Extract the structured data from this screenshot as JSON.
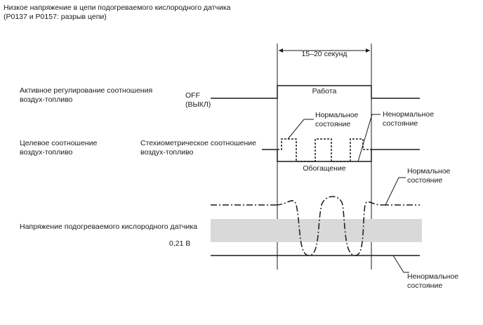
{
  "title": {
    "line1": "Низкое напряжение в цепи подогреваемого кислородного датчика",
    "line2": "(P0137 и P0157: разрыв цепи)"
  },
  "timing": {
    "duration_label": "15–20 секунд"
  },
  "row_active_control": {
    "label_line1": "Активное регулирование соотношения",
    "label_line2": "воздух-топливо",
    "off_line1": "OFF",
    "off_line2": "(ВЫКЛ)",
    "on_label": "Работа"
  },
  "row_target_ratio": {
    "label_line1": "Целевое соотношение",
    "label_line2": "воздух-топливо",
    "stoich_line1": "Стехиометрическое соотношение",
    "stoich_line2": "воздух-топливо",
    "rich_label": "Обогащение",
    "normal_line1": "Нормальное",
    "normal_line2": "состояние",
    "abnormal_line1": "Ненормальное",
    "abnormal_line2": "состояние"
  },
  "row_sensor_voltage": {
    "label": "Напряжение подогреваемого кислородного датчика",
    "threshold_label": "0,21 В",
    "normal_line1": "Нормальное",
    "normal_line2": "состояние",
    "abnormal_line1": "Ненормальное",
    "abnormal_line2": "состояние"
  },
  "colors": {
    "line": "#1a1a1a",
    "threshold_band": "#d9d9d9",
    "background": "#ffffff"
  }
}
